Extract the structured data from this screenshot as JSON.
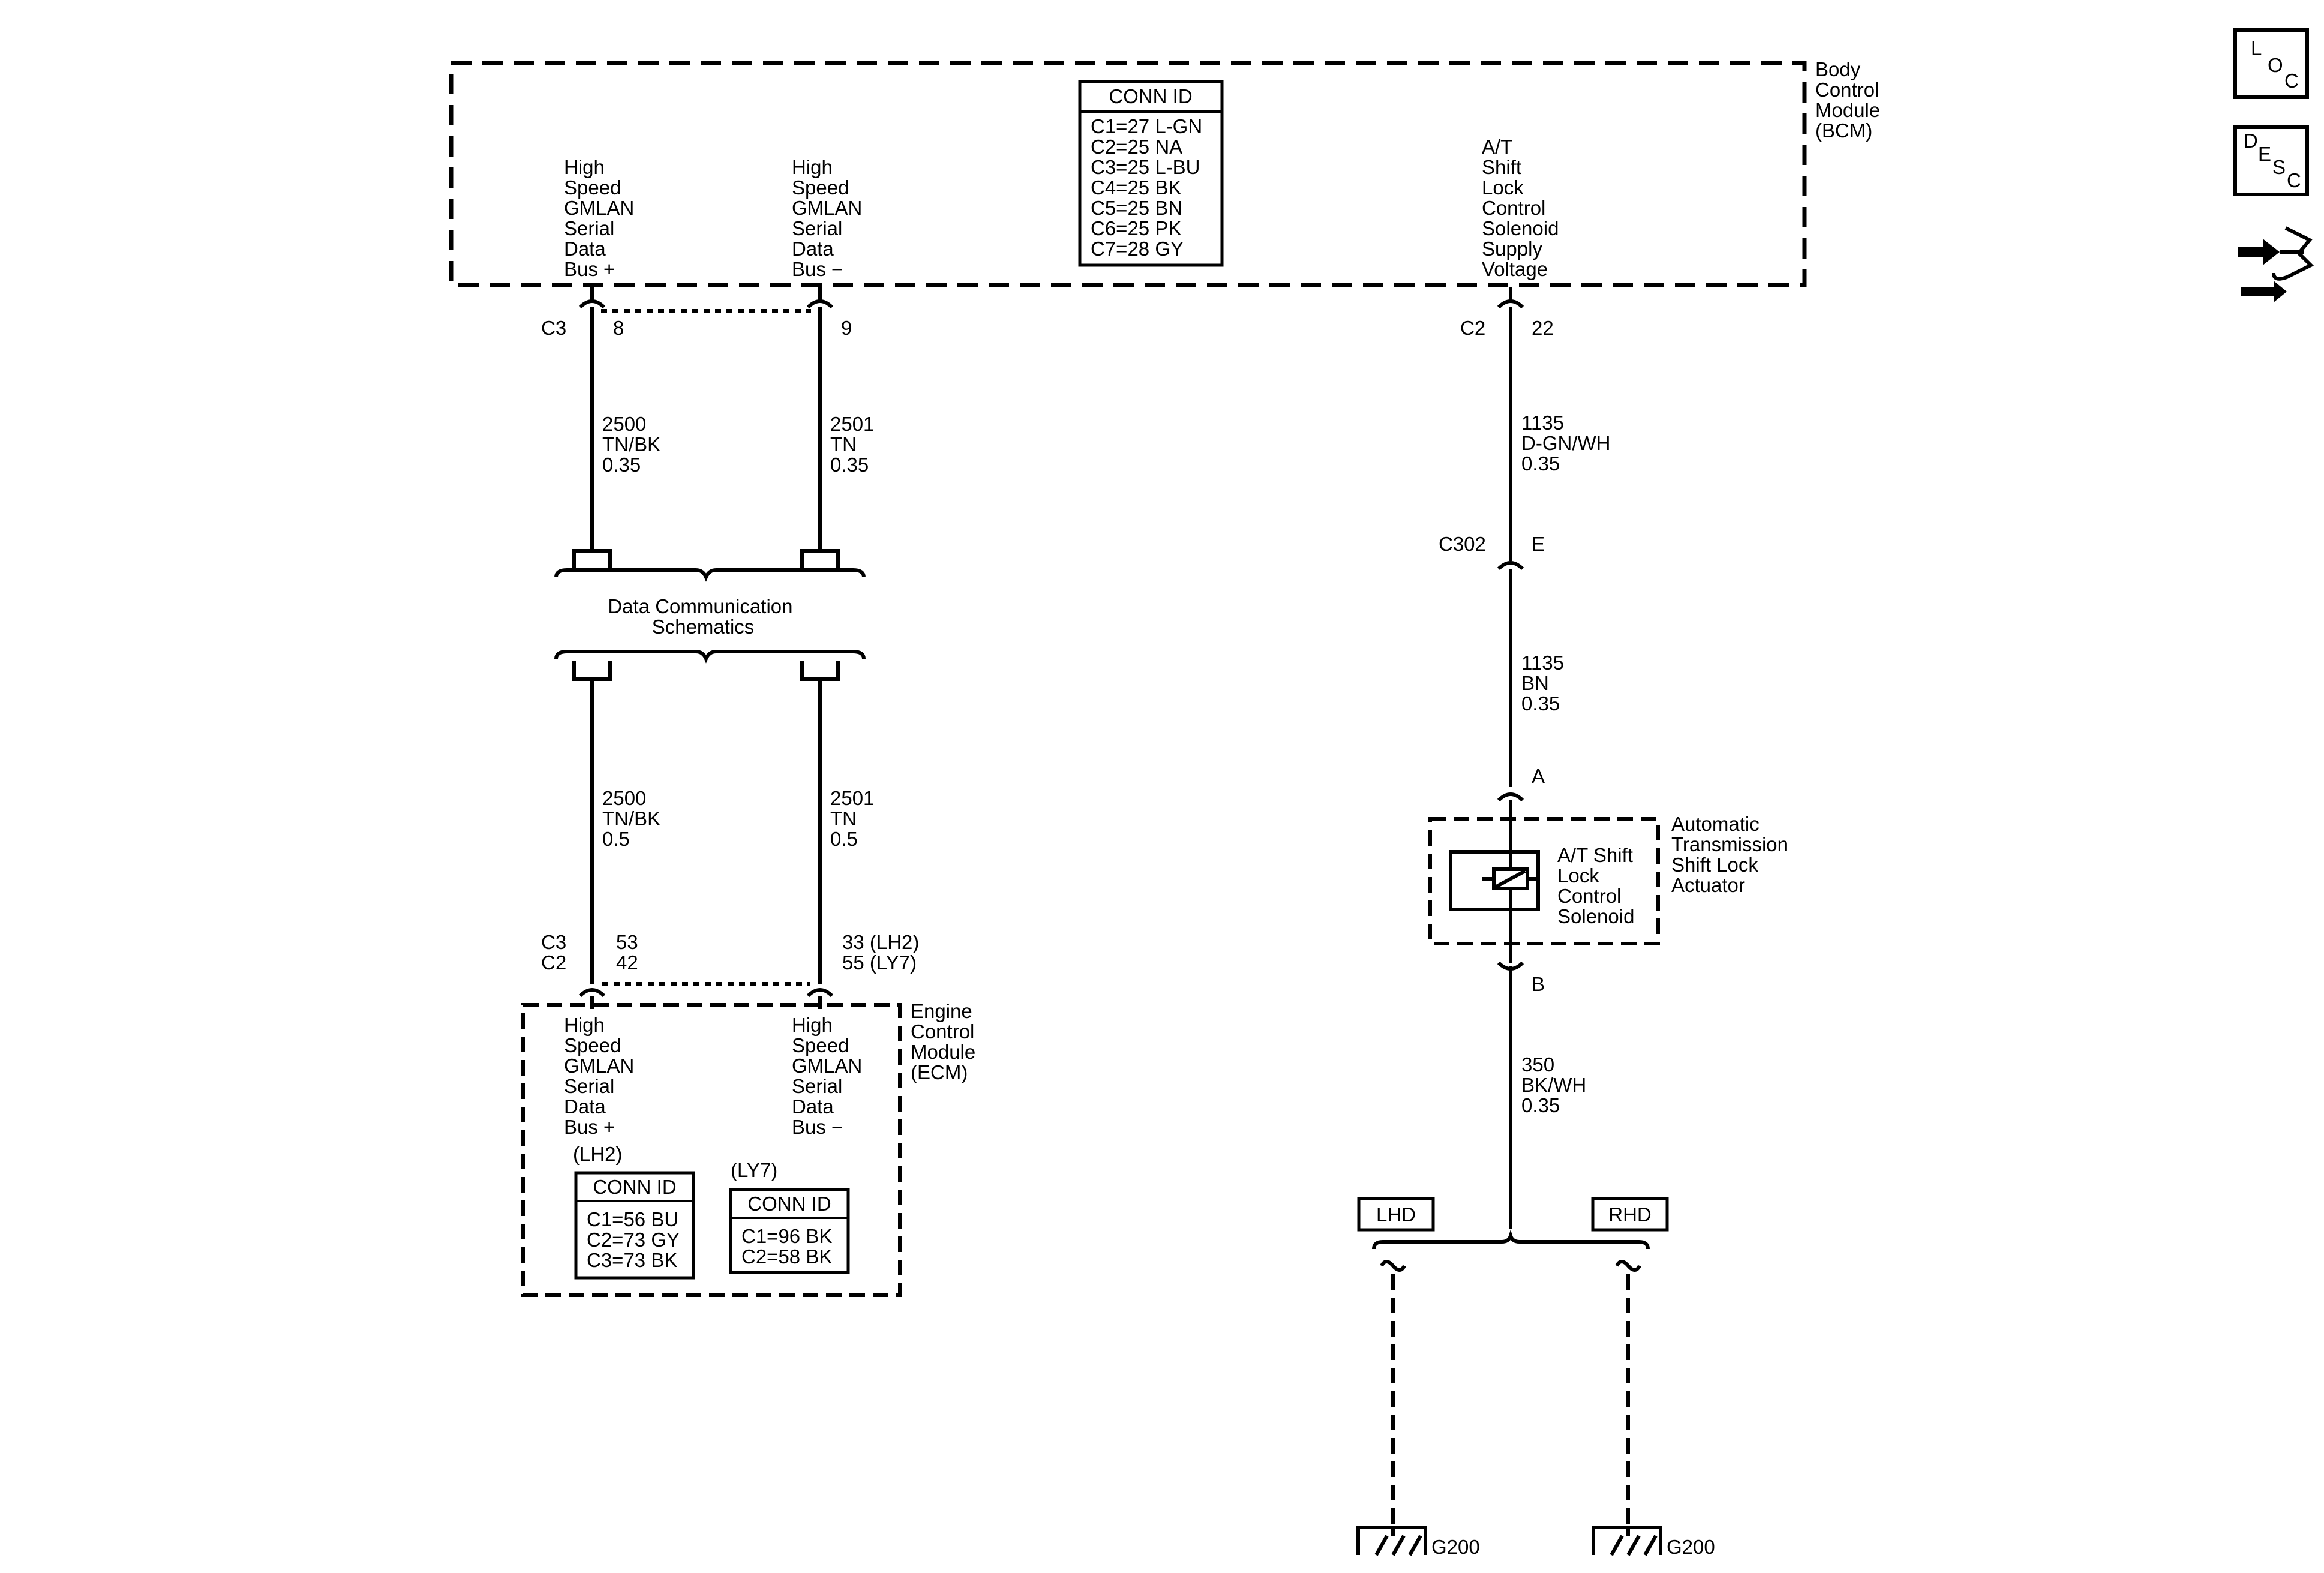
{
  "bcm": {
    "label": [
      "Body",
      "Control",
      "Module",
      "(BCM)"
    ],
    "conn_id": {
      "header": "CONN ID",
      "rows": [
        "C1=27 L-GN",
        "C2=25 NA",
        "C3=25 L-BU",
        "C4=25 BK",
        "C5=25 BN",
        "C6=25 PK",
        "C7=28 GY"
      ]
    },
    "pin_plus": [
      "High",
      "Speed",
      "GMLAN",
      "Serial",
      "Data",
      "Bus +"
    ],
    "pin_minus": [
      "High",
      "Speed",
      "GMLAN",
      "Serial",
      "Data",
      "Bus −"
    ],
    "pin_shift": [
      "A/T",
      "Shift",
      "Lock",
      "Control",
      "Solenoid",
      "Supply",
      "Voltage"
    ]
  },
  "connectors": {
    "bcm_c3": "C3",
    "bcm_c3_pin8": "8",
    "bcm_c3_pin9": "9",
    "bcm_c2": "C2",
    "bcm_c2_pin22": "22",
    "c302": "C302",
    "c302_pin": "E",
    "act_a": "A",
    "act_b": "B",
    "ecm_c3": "C3",
    "ecm_c2": "C2",
    "ecm_pin53": "53",
    "ecm_pin42": "42",
    "ecm_pin33": "33 (LH2)",
    "ecm_pin55": "55 (LY7)"
  },
  "wires": {
    "w2500_top": [
      "2500",
      "TN/BK",
      "0.35"
    ],
    "w2501_top": [
      "2501",
      "TN",
      "0.35"
    ],
    "w2500_bot": [
      "2500",
      "TN/BK",
      "0.5"
    ],
    "w2501_bot": [
      "2501",
      "TN",
      "0.5"
    ],
    "w1135_top": [
      "1135",
      "D-GN/WH",
      "0.35"
    ],
    "w1135_bot": [
      "1135",
      "BN",
      "0.35"
    ],
    "w350": [
      "350",
      "BK/WH",
      "0.35"
    ]
  },
  "data_comm": [
    "Data Communication",
    "Schematics"
  ],
  "actuator": {
    "label": [
      "Automatic",
      "Transmission",
      "Shift Lock",
      "Actuator"
    ],
    "solenoid": [
      "A/T Shift",
      "Lock",
      "Control",
      "Solenoid"
    ]
  },
  "ecm": {
    "label": [
      "Engine",
      "Control",
      "Module",
      "(ECM)"
    ],
    "pin_plus": [
      "High",
      "Speed",
      "GMLAN",
      "Serial",
      "Data",
      "Bus +"
    ],
    "pin_minus": [
      "High",
      "Speed",
      "GMLAN",
      "Serial",
      "Data",
      "Bus −"
    ],
    "lh2_tag": "(LH2)",
    "lh2_conn": {
      "header": "CONN ID",
      "rows": [
        "C1=56 BU",
        "C2=73 GY",
        "C3=73 BK"
      ]
    },
    "ly7_tag": "(LY7)",
    "ly7_conn": {
      "header": "CONN ID",
      "rows": [
        "C1=96 BK",
        "C2=58 BK"
      ]
    }
  },
  "ground": {
    "lhd": "LHD",
    "rhd": "RHD",
    "g200_left": "G200",
    "g200_right": "G200"
  },
  "side_icons": {
    "loc": [
      "L",
      "O",
      "C"
    ],
    "desc": [
      "D",
      "E",
      "S",
      "C"
    ],
    "nav_icon": "connector-navigation-icon"
  }
}
